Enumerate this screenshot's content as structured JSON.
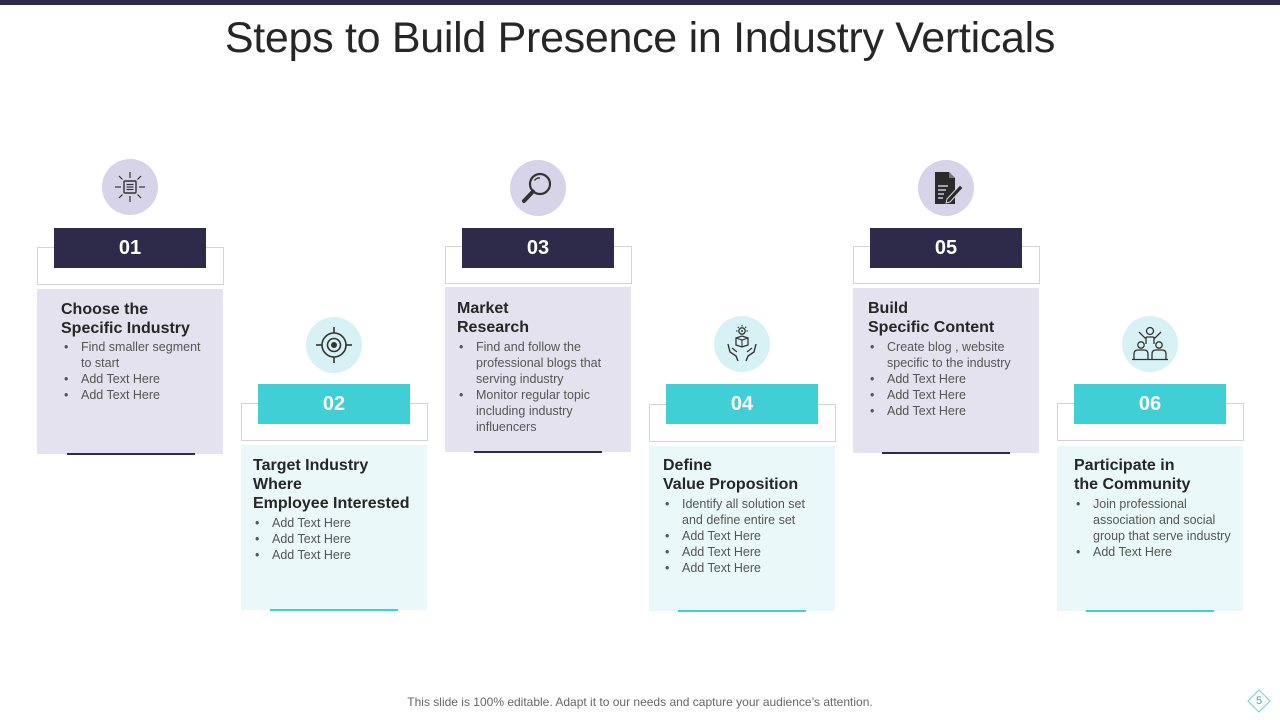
{
  "slide": {
    "title": "Steps to Build Presence in Industry Verticals",
    "footer": "This slide is 100% editable. Adapt it to our needs and capture your audience’s attention.",
    "page_number": "5"
  },
  "colors": {
    "dark": "#2d2a4a",
    "teal": "#41cfd6",
    "dark_card": "#e4e2ef",
    "teal_card": "#eaf8fa"
  },
  "steps": [
    {
      "number": "01",
      "icon": "industry-network-icon",
      "title": "Choose the\nSpecific Industry",
      "bullets": [
        "Find smaller segment to start",
        "Add Text Here",
        "Add Text Here"
      ]
    },
    {
      "number": "02",
      "icon": "target-icon",
      "title": "Target Industry\nWhere\nEmployee Interested",
      "bullets": [
        "Add Text Here",
        "Add Text Here",
        "Add Text Here"
      ]
    },
    {
      "number": "03",
      "icon": "search-icon",
      "title": "Market\nResearch",
      "bullets": [
        "Find and follow the professional blogs that serving industry",
        "Monitor regular topic including industry influencers"
      ]
    },
    {
      "number": "04",
      "icon": "value-hands-icon",
      "title": "Define\nValue Proposition",
      "bullets": [
        "Identify all solution set and define entire set",
        "Add Text Here",
        "Add Text Here",
        "Add Text Here"
      ]
    },
    {
      "number": "05",
      "icon": "document-edit-icon",
      "title": "Build\nSpecific Content",
      "bullets": [
        "Create blog , website specific to the industry",
        "Add Text Here",
        "Add Text Here",
        "Add Text Here"
      ]
    },
    {
      "number": "06",
      "icon": "community-icon",
      "title": "Participate in\n the Community",
      "bullets": [
        "Join professional association and social group that serve industry",
        "Add Text Here"
      ]
    }
  ]
}
